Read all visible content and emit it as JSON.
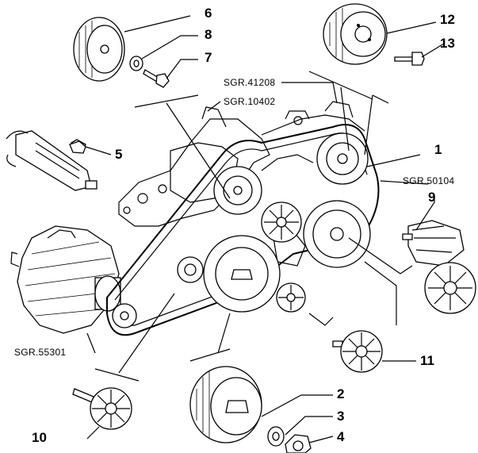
{
  "callouts": {
    "c1": "1",
    "c2": "2",
    "c3": "3",
    "c4": "4",
    "c5": "5",
    "c6": "6",
    "c7": "7",
    "c8": "8",
    "c9": "9",
    "c10": "10",
    "c11": "11",
    "c12": "12",
    "c13": "13"
  },
  "tool_refs": {
    "sgr41208": "SGR.41208",
    "sgr10402": "SGR.10402",
    "sgr50104": "SGR.50104",
    "sgr55301": "SGR.55301"
  }
}
